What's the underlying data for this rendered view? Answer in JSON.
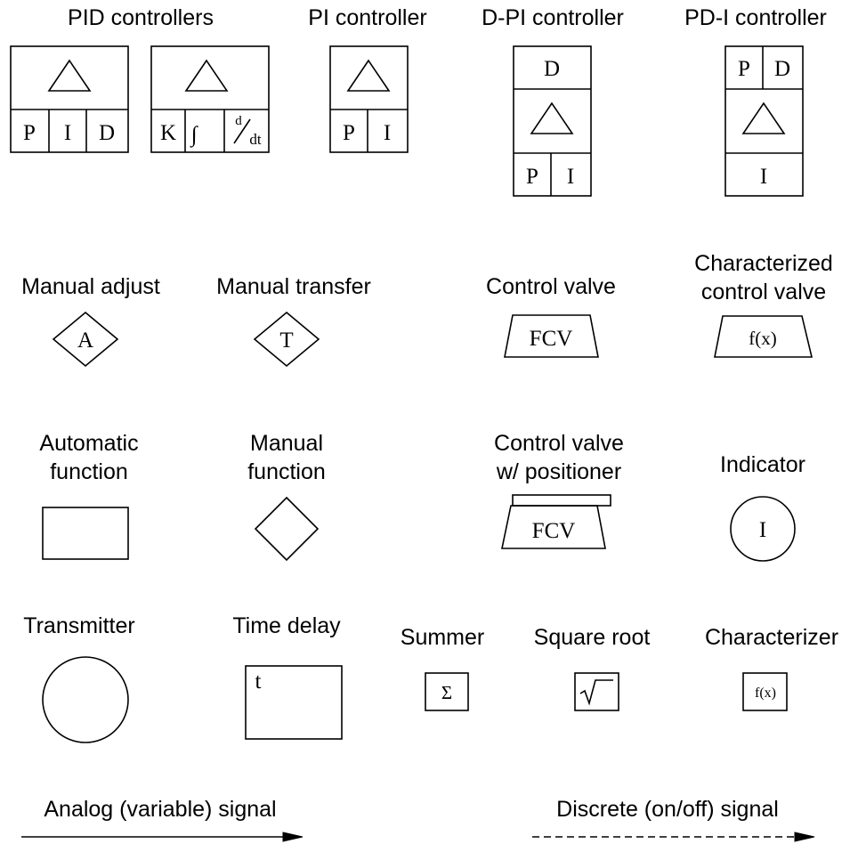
{
  "captions": {
    "pid_controllers": "PID controllers",
    "pi_controller": "PI controller",
    "dpi_controller": "D-PI controller",
    "pdi_controller": "PD-I controller",
    "manual_adjust": "Manual adjust",
    "manual_transfer": "Manual transfer",
    "control_valve": "Control valve",
    "characterized_valve_line1": "Characterized",
    "characterized_valve_line2": "control valve",
    "automatic_function_line1": "Automatic",
    "automatic_function_line2": "function",
    "manual_function_line1": "Manual",
    "manual_function_line2": "function",
    "valve_positioner_line1": "Control valve",
    "valve_positioner_line2": "w/ positioner",
    "indicator": "Indicator",
    "transmitter": "Transmitter",
    "time_delay": "Time delay",
    "summer": "Summer",
    "square_root": "Square root",
    "characterizer": "Characterizer",
    "analog_signal": "Analog (variable) signal",
    "discrete_signal": "Discrete (on/off) signal"
  },
  "symbols": {
    "pid1": {
      "p": "P",
      "i": "I",
      "d": "D"
    },
    "pid2": {
      "k": "K",
      "integral": "∫",
      "d_num": "d",
      "d_den": "dt"
    },
    "pi": {
      "p": "P",
      "i": "I"
    },
    "dpi": {
      "d": "D",
      "p": "P",
      "i": "I"
    },
    "pdi": {
      "p": "P",
      "d": "D",
      "i": "I"
    },
    "manual_adjust": "A",
    "manual_transfer": "T",
    "control_valve": "FCV",
    "characterized_valve": "f(x)",
    "valve_positioner": "FCV",
    "indicator": "I",
    "time_delay": "t",
    "summer": "Σ",
    "characterizer": "f(x)"
  }
}
